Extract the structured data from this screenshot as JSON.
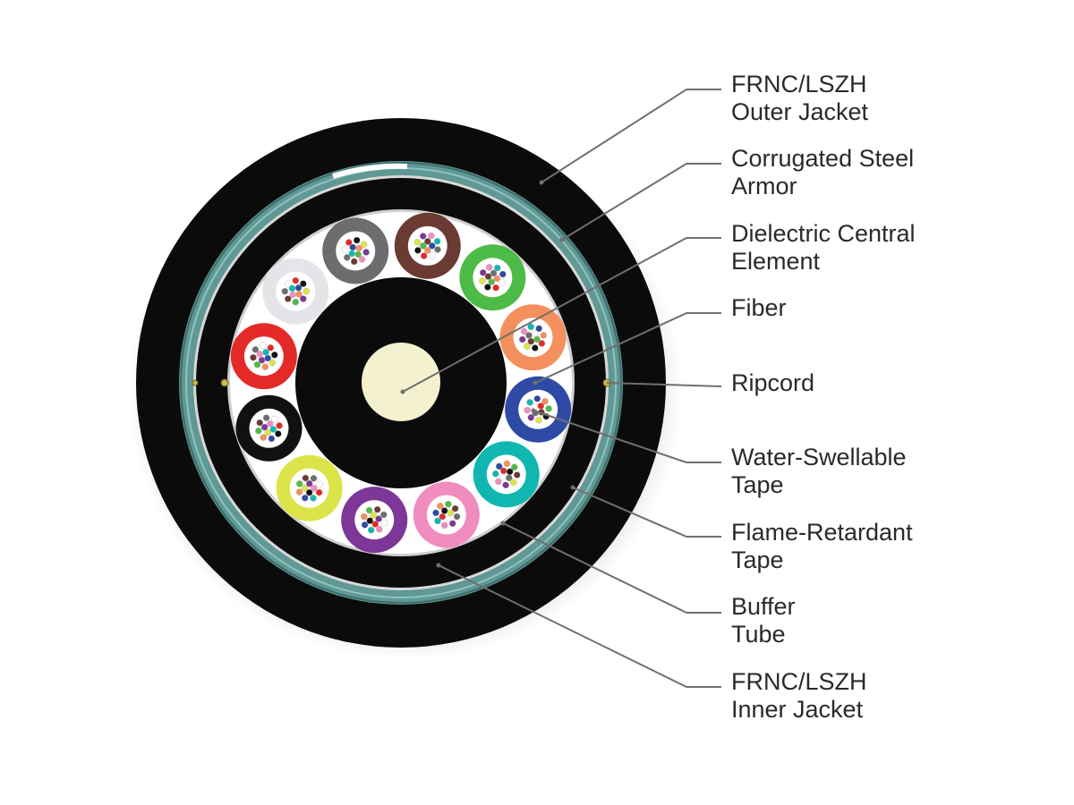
{
  "diagram": {
    "subject": "armored fiber optic cable cross-section",
    "colors": {
      "outer_jacket": "#0b0b0b",
      "armor": "#5f9894",
      "inner_jacket": "#0b0b0b",
      "core_background": "#ffffff",
      "central_element_cover": "#0b0b0b",
      "central_element": "#f4f1cf",
      "leader_line": "#6f6f6f",
      "label_text": "#2a2a2a"
    },
    "buffer_tubes": [
      {
        "color_name": "brown",
        "color": "#6b3a32"
      },
      {
        "color_name": "green",
        "color": "#4dbb47"
      },
      {
        "color_name": "orange",
        "color": "#f3905d"
      },
      {
        "color_name": "blue",
        "color": "#2f4aa5"
      },
      {
        "color_name": "aqua",
        "color": "#10b7b1"
      },
      {
        "color_name": "rose",
        "color": "#f08cbe"
      },
      {
        "color_name": "violet",
        "color": "#7c3798"
      },
      {
        "color_name": "yellow",
        "color": "#dde44a"
      },
      {
        "color_name": "black",
        "color": "#111111"
      },
      {
        "color_name": "red",
        "color": "#e32a28"
      },
      {
        "color_name": "white",
        "color": "#e4e5e9"
      },
      {
        "color_name": "slate",
        "color": "#6d6d70"
      }
    ],
    "fiber_colors": [
      "#2f4aa5",
      "#f3905d",
      "#4dbb47",
      "#6b3a32",
      "#6d6d70",
      "#ffffff",
      "#e32a28",
      "#111111",
      "#dde44a",
      "#7c3798",
      "#f08cbe",
      "#10b7b1"
    ]
  },
  "labels": [
    {
      "id": "outer-jacket",
      "line1": "FRNC/LSZH",
      "line2": "Outer Jacket"
    },
    {
      "id": "steel-armor",
      "line1": "Corrugated Steel",
      "line2": "Armor"
    },
    {
      "id": "central-element",
      "line1": "Dielectric Central",
      "line2": "Element"
    },
    {
      "id": "fiber",
      "line1": "Fiber",
      "line2": ""
    },
    {
      "id": "ripcord",
      "line1": "Ripcord",
      "line2": ""
    },
    {
      "id": "water-tape",
      "line1": "Water-Swellable",
      "line2": "Tape"
    },
    {
      "id": "flame-tape",
      "line1": "Flame-Retardant",
      "line2": "Tape"
    },
    {
      "id": "buffer-tube",
      "line1": "Buffer",
      "line2": "Tube"
    },
    {
      "id": "inner-jacket",
      "line1": "FRNC/LSZH",
      "line2": "Inner Jacket"
    }
  ]
}
